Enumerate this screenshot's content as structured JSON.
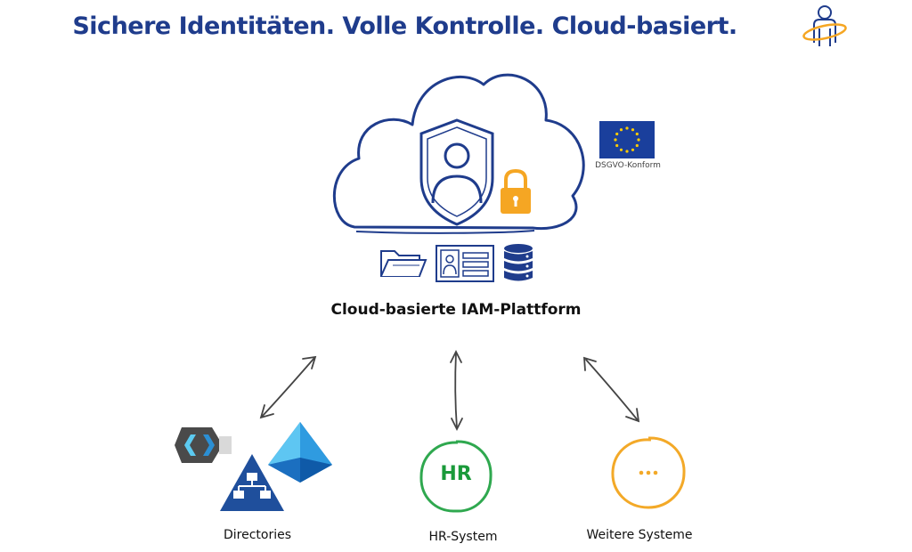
{
  "header": {
    "title": "Sichere Identitäten. Volle Kontrolle. Cloud-basiert."
  },
  "platform": {
    "label": "Cloud-basierte IAM-Plattform",
    "eu_badge_caption": "DSGVO-Konform"
  },
  "nodes": {
    "directories": {
      "label": "Directories"
    },
    "hr_system": {
      "label": "HR-System",
      "badge_text": "HR"
    },
    "other_systems": {
      "label": "Weitere Systeme",
      "badge_text": "···"
    }
  },
  "colors": {
    "brand_blue": "#1f3c8c",
    "lock_orange": "#f5a623",
    "hr_green": "#2fa84f",
    "others_orange": "#f3a928",
    "eu_blue": "#1a3f9c",
    "eu_star": "#ffcc00"
  }
}
